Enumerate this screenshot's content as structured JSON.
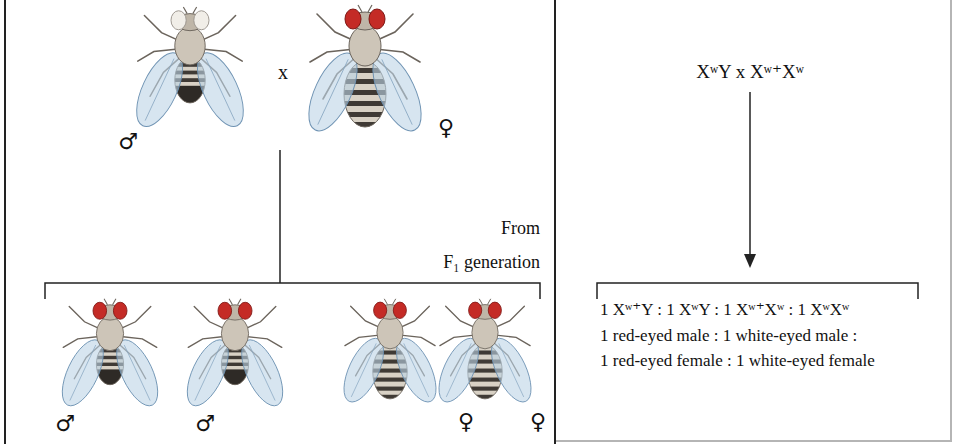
{
  "diagram": {
    "labels": [
      "♂",
      "x",
      "♀",
      "From",
      "F₁ generation",
      "♂",
      "♂",
      "♀",
      "♀",
      "XʷY x Xʷ⁺Xʷ",
      "1 Xʷ⁺Y : 1 XʷY : 1 Xʷ⁺Xʷ : 1 XʷXʷ",
      "1 red-eyed male : 1 white-eyed male :",
      "1 red-eyed female : 1 white-eyed female"
    ]
  }
}
